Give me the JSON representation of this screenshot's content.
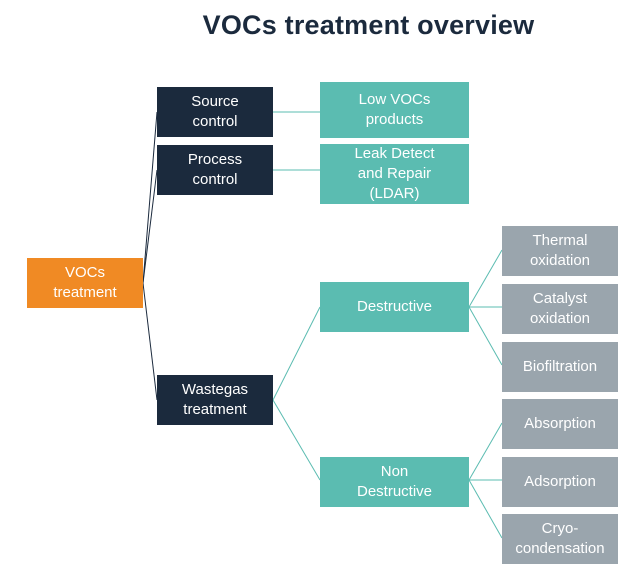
{
  "title": "VOCs treatment overview",
  "colors": {
    "root": "#f08a24",
    "level1": "#1b2a3d",
    "level2": "#5bbcb1",
    "level3": "#9aa5ad",
    "connector_dark": "#1b2a3d",
    "connector_teal": "#5bbcb1"
  },
  "nodes": {
    "root": "VOCs\ntreatment",
    "source_control": "Source\ncontrol",
    "process_control": "Process\ncontrol",
    "wastegas_treatment": "Wastegas\ntreatment",
    "low_vocs_products": "Low VOCs\nproducts",
    "ldar": "Leak Detect\nand Repair\n(LDAR)",
    "destructive": "Destructive",
    "non_destructive": "Non\nDestructive",
    "thermal_oxidation": "Thermal\noxidation",
    "catalyst_oxidation": "Catalyst\noxidation",
    "biofiltration": "Biofiltration",
    "absorption": "Absorption",
    "adsorption": "Adsorption",
    "cryo_condensation": "Cryo-\ncondensation"
  }
}
